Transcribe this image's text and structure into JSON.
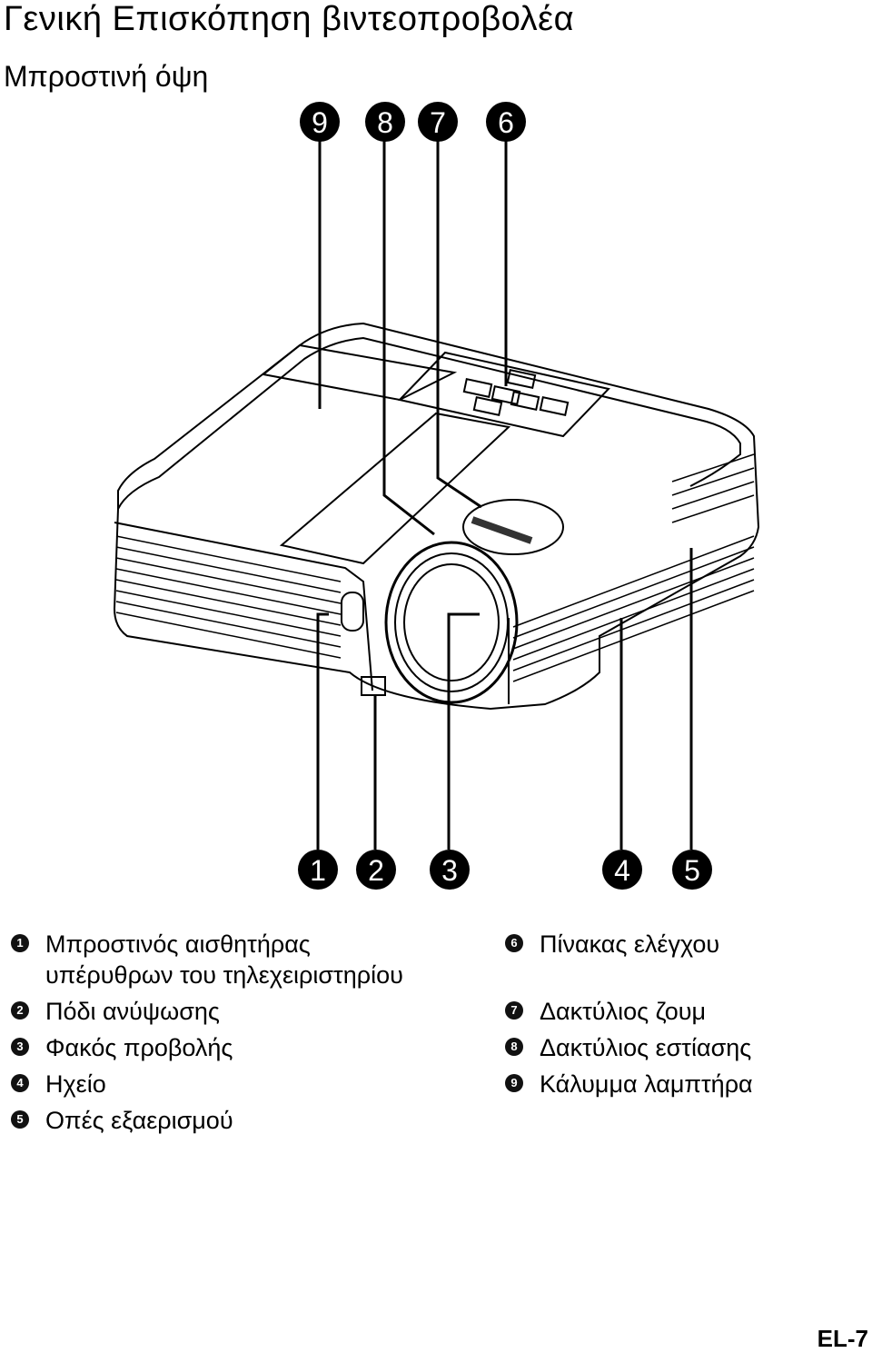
{
  "page": {
    "title": "Γενική Επισκόπηση βιντεοπροβολέα",
    "subtitle": "Μπροστινή όψη",
    "page_number": "EL-7"
  },
  "callouts": {
    "top": [
      "9",
      "8",
      "7",
      "6"
    ],
    "bottom": [
      "1",
      "2",
      "3",
      "4",
      "5"
    ]
  },
  "legend": [
    {
      "num": "1",
      "text": "Μπροστινός αισθητήρας",
      "text2": "υπέρυθρων του τηλεχειριστηρίου"
    },
    {
      "num": "2",
      "text": "Πόδι ανύψωσης"
    },
    {
      "num": "3",
      "text": "Φακός προβολής"
    },
    {
      "num": "4",
      "text": "Ηχείο"
    },
    {
      "num": "5",
      "text": "Οπές εξαερισμού"
    },
    {
      "num": "6",
      "text": "Πίνακας ελέγχου"
    },
    {
      "num": "7",
      "text": "Δακτύλιος ζουμ"
    },
    {
      "num": "8",
      "text": "Δακτύλιος εστίασης"
    },
    {
      "num": "9",
      "text": "Κάλυμμα λαμπτήρα"
    }
  ]
}
